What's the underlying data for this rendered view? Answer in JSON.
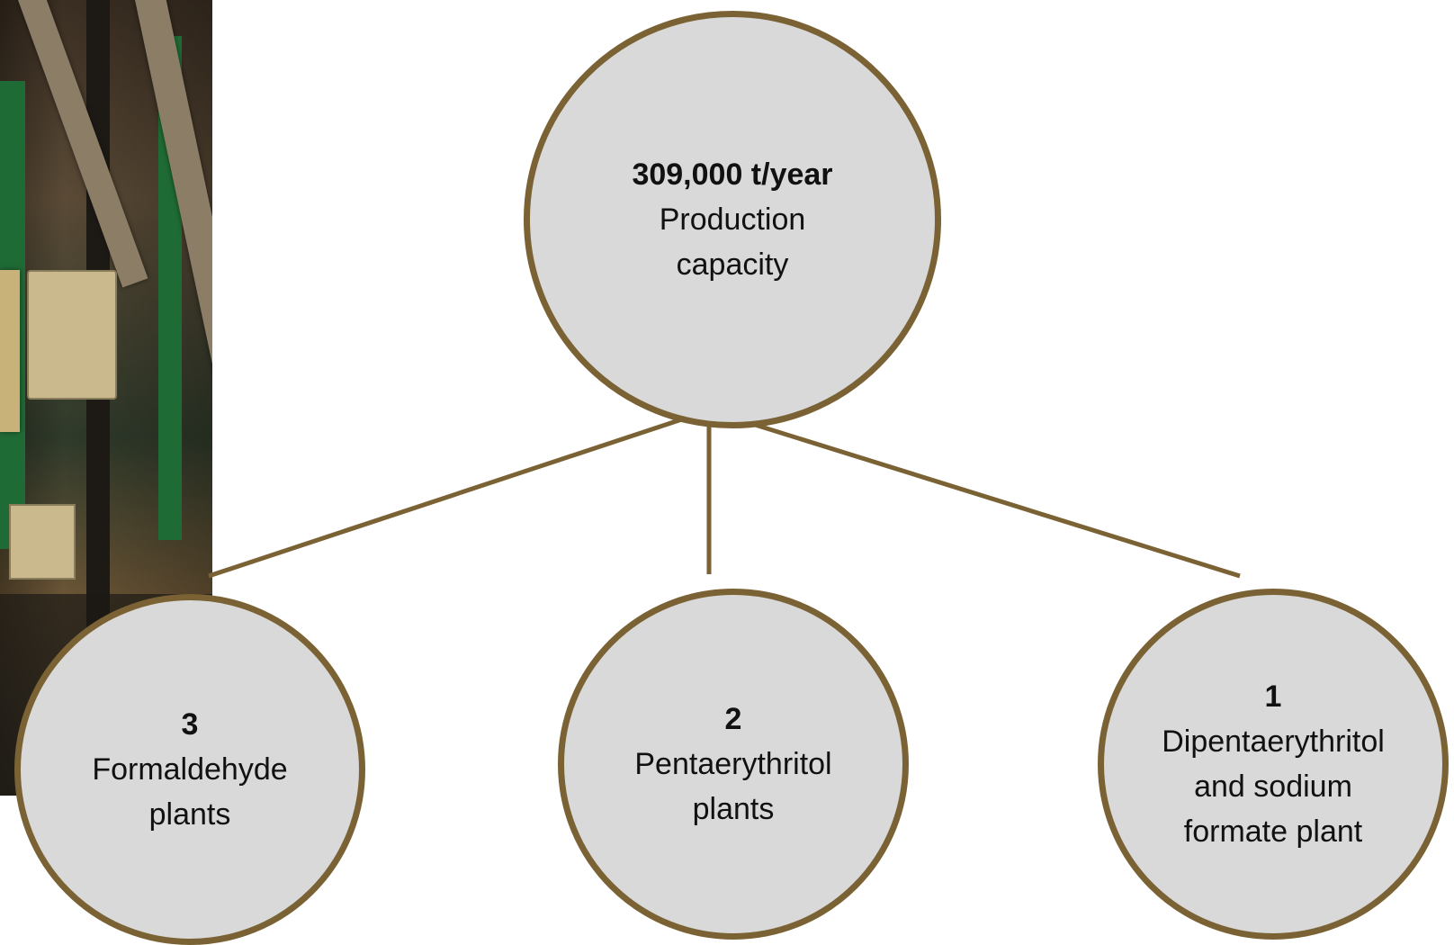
{
  "root": {
    "value": "309,000 t/year",
    "label": "Production\ncapacity"
  },
  "children": [
    {
      "count": "3",
      "label": "Formaldehyde\nplants"
    },
    {
      "count": "2",
      "label": "Pentaerythritol\nplants"
    },
    {
      "count": "1",
      "label": "Dipentaerythritol\nand sodium\nformate plant"
    }
  ],
  "colors": {
    "border": "#7a6234",
    "fill": "#d9d9d9",
    "connector": "#7a6234"
  },
  "image": {
    "subject": "industrial plant photo"
  }
}
